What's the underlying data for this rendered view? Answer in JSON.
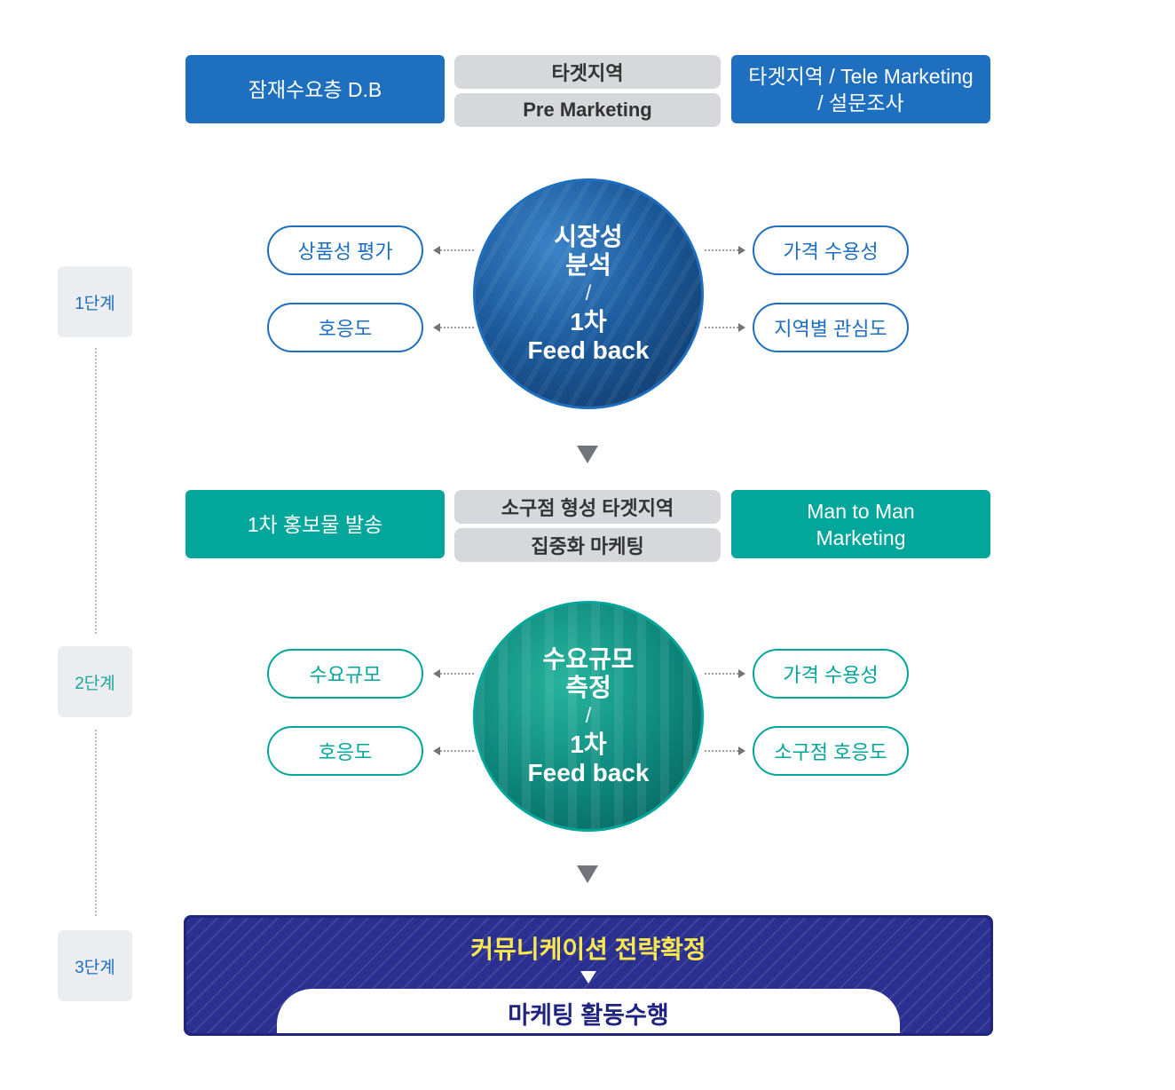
{
  "stages": {
    "s1": "1단계",
    "s2": "2단계",
    "s3": "3단계"
  },
  "phase1": {
    "left_box": "잠재수요층 D.B",
    "center_top": "타겟지역",
    "center_bottom": "Pre Marketing",
    "right_box_line1": "타겟지역 / Tele Marketing",
    "right_box_line2": "/ 설문조사",
    "circle_line1": "시장성",
    "circle_line2": "분석",
    "circle_slash": "/",
    "circle_line3": "1차",
    "circle_line4": "Feed back",
    "left_pills": [
      "상품성 평가",
      "호응도"
    ],
    "right_pills": [
      "가격 수용성",
      "지역별 관심도"
    ]
  },
  "phase2": {
    "left_box": "1차 홍보물 발송",
    "center_top": "소구점 형성 타겟지역",
    "center_bottom": "집중화 마케팅",
    "right_box_line1": "Man to Man",
    "right_box_line2": "Marketing",
    "circle_line1": "수요규모",
    "circle_line2": "측정",
    "circle_slash": "/",
    "circle_line3": "1차",
    "circle_line4": "Feed back",
    "left_pills": [
      "수요규모",
      "호응도"
    ],
    "right_pills": [
      "가격 수용성",
      "소구점 호응도"
    ]
  },
  "phase3": {
    "title": "커뮤니케이션 전략확정",
    "result": "마케팅 활동수행"
  },
  "colors": {
    "blue": "#1e6fbf",
    "teal": "#02a69a",
    "navy": "#2b2f8f",
    "yellow": "#f9e94d"
  }
}
